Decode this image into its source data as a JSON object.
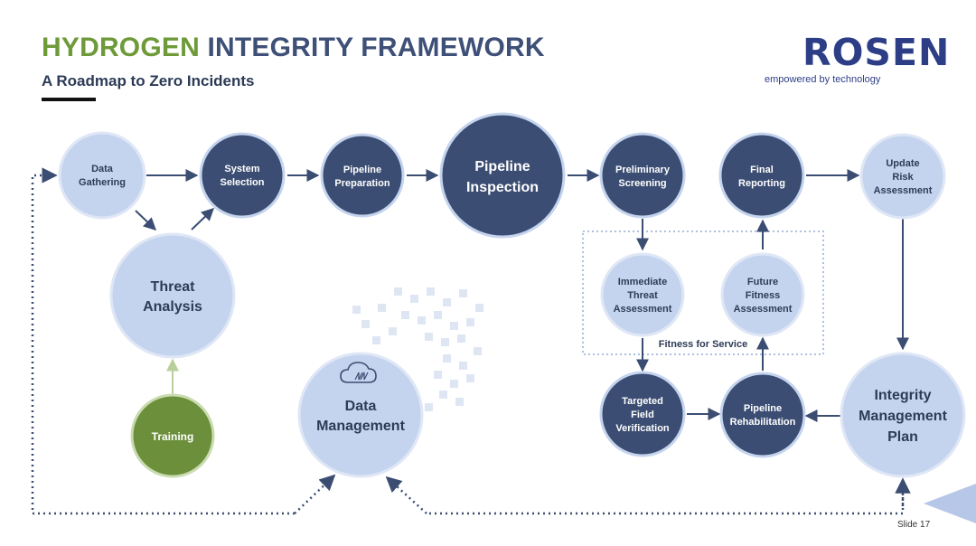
{
  "header": {
    "title_part1": "HYDROGEN",
    "title_part2": "INTEGRITY FRAMEWORK",
    "subtitle": "A Roadmap to Zero Incidents"
  },
  "logo": {
    "wordmark": "ROSEN",
    "tagline": "empowered by technology"
  },
  "colors": {
    "dark_node": "#3b4d72",
    "light_node": "#c5d4ee",
    "training": "#6b8f3a",
    "title_green": "#6e9a3a",
    "title_blue": "#3e5077"
  },
  "nodes": {
    "data_gathering": [
      "Data",
      "Gathering"
    ],
    "system_selection": [
      "System",
      "Selection"
    ],
    "pipeline_preparation": [
      "Pipeline",
      "Preparation"
    ],
    "pipeline_inspection": [
      "Pipeline",
      "Inspection"
    ],
    "preliminary_screening": [
      "Preliminary",
      "Screening"
    ],
    "final_reporting": [
      "Final",
      "Reporting"
    ],
    "update_risk_assessment": [
      "Update",
      "Risk",
      "Assessment"
    ],
    "threat_analysis": [
      "Threat",
      "Analysis"
    ],
    "training": [
      "Training"
    ],
    "data_management": [
      "Data",
      "Management"
    ],
    "immediate_threat_assessment": [
      "Immediate",
      "Threat",
      "Assessment"
    ],
    "future_fitness_assessment": [
      "Future",
      "Fitness",
      "Assessment"
    ],
    "targeted_field_verification": [
      "Targeted",
      "Field",
      "Verification"
    ],
    "pipeline_rehabilitation": [
      "Pipeline",
      "Rehabilitation"
    ],
    "integrity_management_plan": [
      "Integrity",
      "Management",
      "Plan"
    ]
  },
  "fitness_label": "Fitness for Service",
  "footer": {
    "slide": "Slide 17"
  }
}
